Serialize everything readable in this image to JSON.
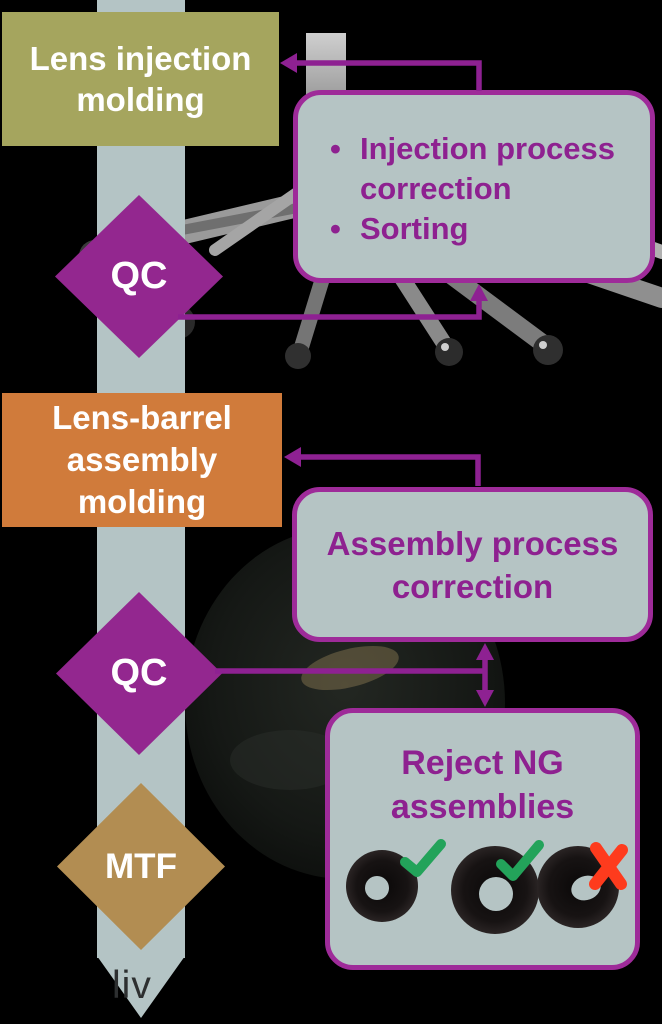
{
  "background": "#000000",
  "band": {
    "color": "#b4c4c5"
  },
  "nodes": {
    "lens_injection": {
      "lines": [
        "Lens injection",
        "molding"
      ],
      "color": "#a5a55e",
      "text_color": "#ffffff"
    },
    "qc1": {
      "label": "QC",
      "color": "#93278f",
      "text_color": "#ffffff"
    },
    "lens_barrel": {
      "lines": [
        "Lens-barrel",
        "assembly",
        "molding"
      ],
      "color": "#d07b3b",
      "text_color": "#ffffff"
    },
    "qc2": {
      "label": "QC",
      "color": "#93278f",
      "text_color": "#ffffff"
    },
    "mtf": {
      "label": "MTF",
      "color": "#b28d52",
      "text_color": "#ffffff"
    }
  },
  "callouts": {
    "injection": {
      "bullet": "•",
      "items": [
        "Injection process correction",
        "Sorting"
      ],
      "fill": "#b5c4c4",
      "border": "#9e2b99",
      "text_color": "#8e2190"
    },
    "assembly": {
      "lines": [
        "Assembly process",
        "correction"
      ]
    },
    "reject": {
      "title_lines": [
        "Reject NG",
        "assemblies"
      ],
      "results": [
        "pass",
        "pass",
        "fail"
      ],
      "check_color": "#23a35a",
      "x_color": "#fe3b1d"
    }
  },
  "connector_color": "#8e2192",
  "partial_text": "liv"
}
